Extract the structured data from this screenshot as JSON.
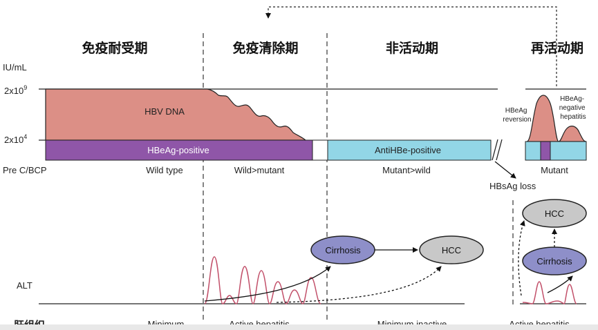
{
  "phases": [
    "免疫耐受期",
    "免疫清除期",
    "非活动期",
    "再活动期"
  ],
  "y_axis": {
    "unit": "IU/mL",
    "top_tick": "2x10",
    "top_exp": "9",
    "bottom_tick": "2x10",
    "bottom_exp": "4"
  },
  "bars": {
    "hbv_dna": "HBV DNA",
    "hbeag_positive": "HBeAg-positive",
    "antihbe_positive": "AntiHBe-positive",
    "hbeag_reversion_line1": "HBeAg",
    "hbeag_reversion_line2": "reversion",
    "hbeag_negative_line1": "HBeAg-",
    "hbeag_negative_line2": "negative",
    "hbeag_negative_line3": "hepatitis"
  },
  "precore_row": {
    "label": "Pre C/BCP",
    "values": [
      "Wild type",
      "Wild>mutant",
      "Mutant>wild",
      "Mutant"
    ]
  },
  "hbsag_loss": "HBsAg loss",
  "nodes": {
    "cirrhosis": "Cirrhosis",
    "hcc": "HCC",
    "cirrhosis_right": "Cirrhosis",
    "hcc_right": "HCC"
  },
  "alt_label": "ALT",
  "histology": {
    "label": "肝组织",
    "values": [
      "Minimum",
      "Active hepatitis",
      "Minimum inactive",
      "Active hepatitis"
    ]
  },
  "colors": {
    "dna_fill": "#dc8f86",
    "hbeag_bar": "#8f56a8",
    "antihbe_bar": "#92d6e6",
    "node_fill": "#8e8fc9",
    "hcc_fill": "#c8c8c8",
    "alt_curve": "#c2506a"
  }
}
